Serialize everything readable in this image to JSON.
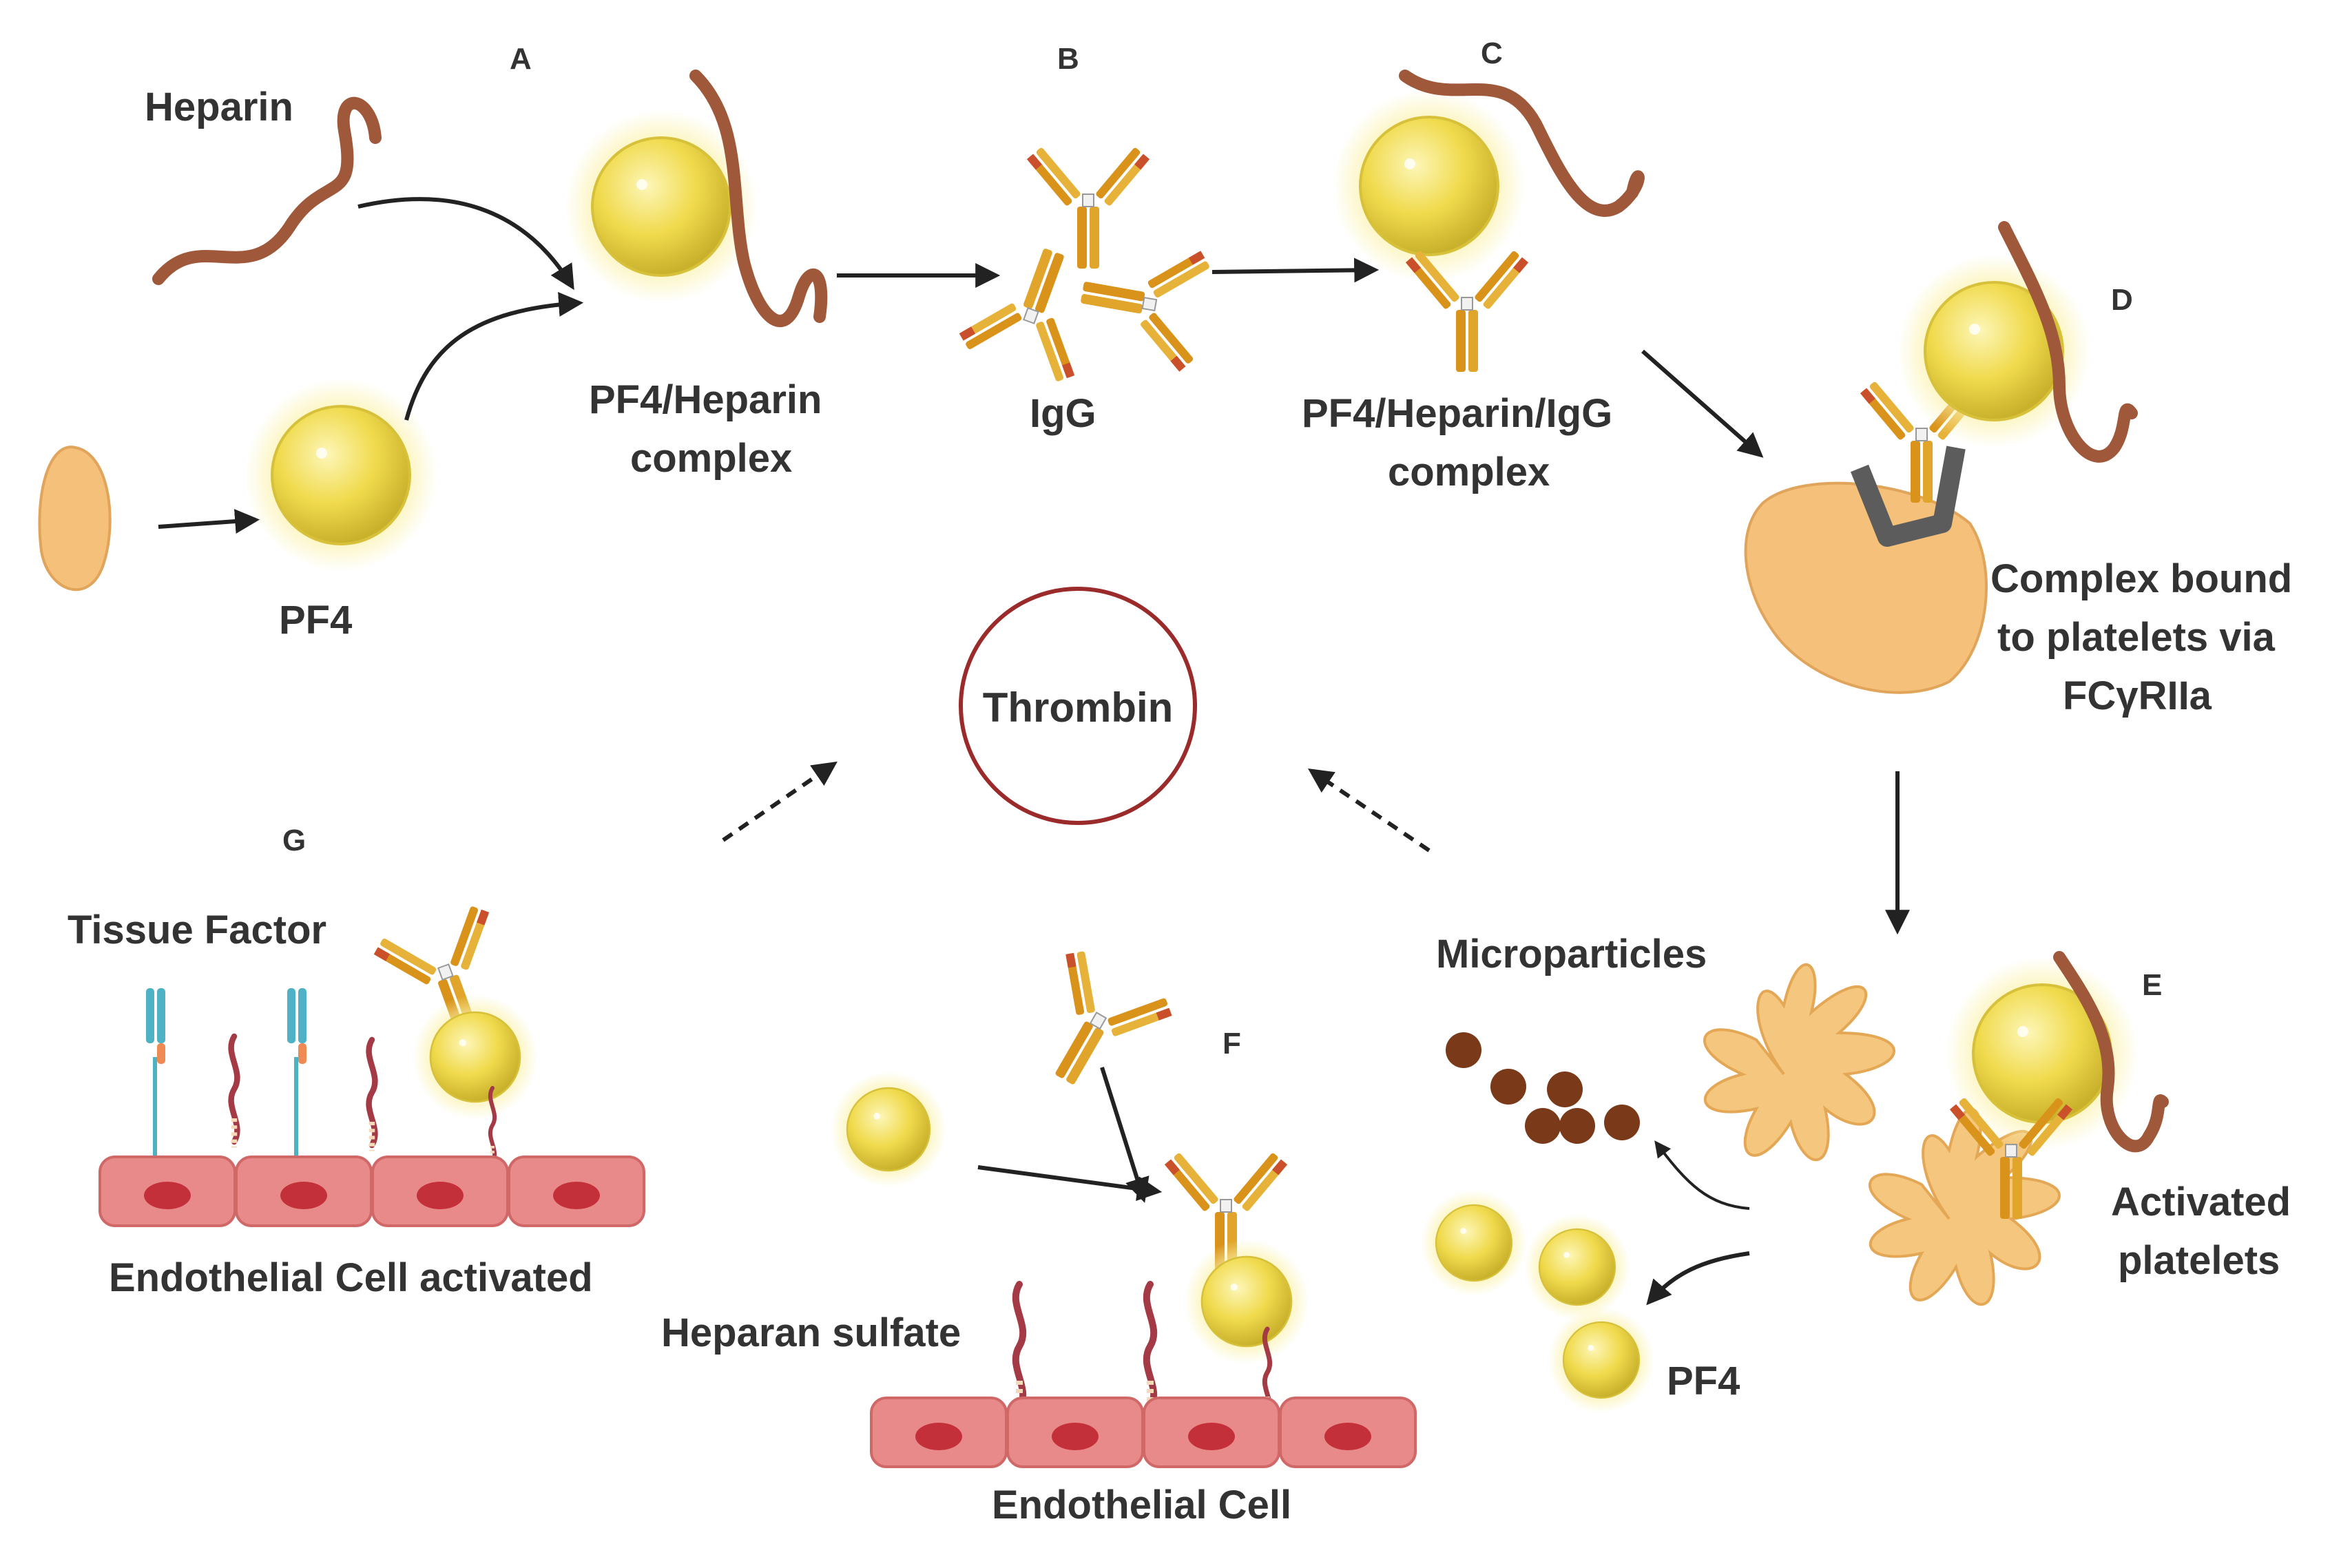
{
  "panels": {
    "a": "A",
    "b": "B",
    "c": "C",
    "d": "D",
    "e": "E",
    "f": "F",
    "g": "G"
  },
  "labels": {
    "heparin": "Heparin",
    "pf4_top": "PF4",
    "pf4_heparin_1": "PF4/Heparin",
    "pf4_heparin_2": "complex",
    "igg": "IgG",
    "pf4_heparin_igg_1": "PF4/Heparin/IgG",
    "pf4_heparin_igg_2": "complex",
    "complex_bound_1": "Complex bound",
    "complex_bound_2": "to platelets via",
    "complex_bound_3": "FCγRIIa",
    "thrombin": "Thrombin",
    "microparticles": "Microparticles",
    "activated_1": "Activated",
    "activated_2": "platelets",
    "pf4_bottom": "PF4",
    "tissue_factor": "Tissue Factor",
    "endo_activated": "Endothelial Cell activated",
    "heparan_sulfate": "Heparan sulfate",
    "endo_cell": "Endothelial Cell"
  },
  "colors": {
    "pf4_sphere": "#f2dc55",
    "heparin": "#a0583a",
    "platelet": "#f5c07a",
    "antibody": "#d99a1e",
    "endothelium": "#e98a8a",
    "thrombin_ring": "#9b2a2a",
    "microparticle": "#7a3a1a",
    "tissue_factor": "#4fb1c4"
  }
}
